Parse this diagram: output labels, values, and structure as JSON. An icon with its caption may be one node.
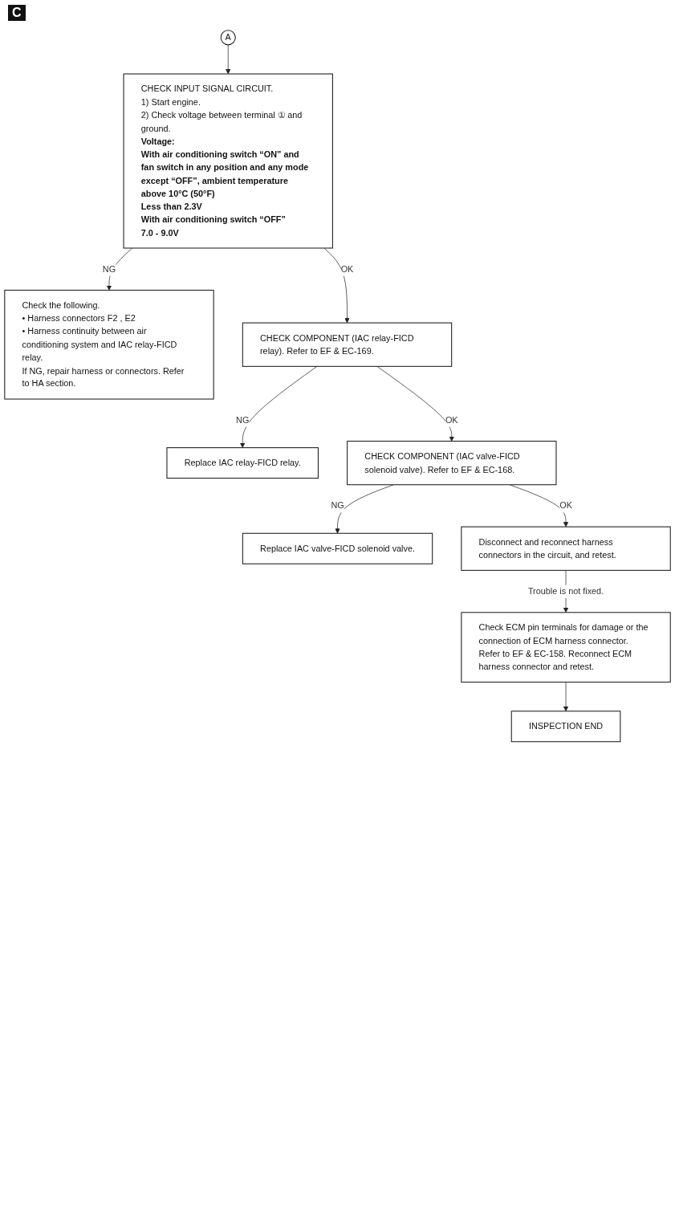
{
  "diagram": {
    "nodes": [
      {
        "text": [
          "A"
        ]
      },
      {
        "text": [
          "CHECK INPUT SIGNAL CIRCUIT.",
          "1) Start engine.",
          "2) Check voltage between terminal ① and ground.",
          "Voltage:",
          "With air conditioning switch “ON” and fan switch in any position and any mode except “OFF”, ambient temperature above 10°C (50°F)",
          "Less than 2.3V",
          "With air conditioning switch “OFF”",
          "7.0 - 9.0V"
        ]
      },
      {
        "text": [
          "Check the following.",
          "• Harness connectors F2 , E2",
          "• Harness continuity between air conditioning system and IAC relay-FICD relay.",
          "If NG, repair harness or connectors. Refer to HA section."
        ]
      },
      {
        "text": [
          "CHECK COMPONENT (IAC relay-FICD relay). Refer to EF & EC-169."
        ]
      },
      {
        "text": [
          "Replace IAC relay-FICD relay."
        ]
      },
      {
        "text": [
          "CHECK COMPONENT (IAC valve-FICD solenoid valve). Refer to EF & EC-168."
        ]
      },
      {
        "text": [
          "Replace IAC valve-FICD solenoid valve."
        ]
      },
      {
        "text": [
          "Disconnect and reconnect harness connectors in the circuit, and retest."
        ]
      },
      {
        "text": [
          "Check ECM pin terminals for damage or the connection of ECM harness connector. Refer to EF & EC-158. Reconnect ECM harness connector and retest."
        ]
      },
      {
        "text": [
          "INSPECTION END"
        ]
      }
    ],
    "edges": [
      {
        "from": 0,
        "to": 1,
        "arrow": "to"
      },
      {
        "from": 1,
        "to": 2,
        "arrow": "to",
        "label": "NG"
      },
      {
        "from": 1,
        "to": 3,
        "arrow": "to",
        "label": "OK"
      },
      {
        "from": 3,
        "to": 4,
        "arrow": "to",
        "label": "NG"
      },
      {
        "from": 3,
        "to": 5,
        "arrow": "to",
        "label": "OK"
      },
      {
        "from": 5,
        "to": 6,
        "arrow": "to",
        "label": "NG"
      },
      {
        "from": 5,
        "to": 7,
        "arrow": "to",
        "label": "OK"
      },
      {
        "from": 7,
        "to": 8,
        "arrow": "to",
        "label": "Trouble is not fixed."
      },
      {
        "from": 8,
        "to": 9,
        "arrow": "to"
      }
    ],
    "labels": [
      "C"
    ]
  }
}
